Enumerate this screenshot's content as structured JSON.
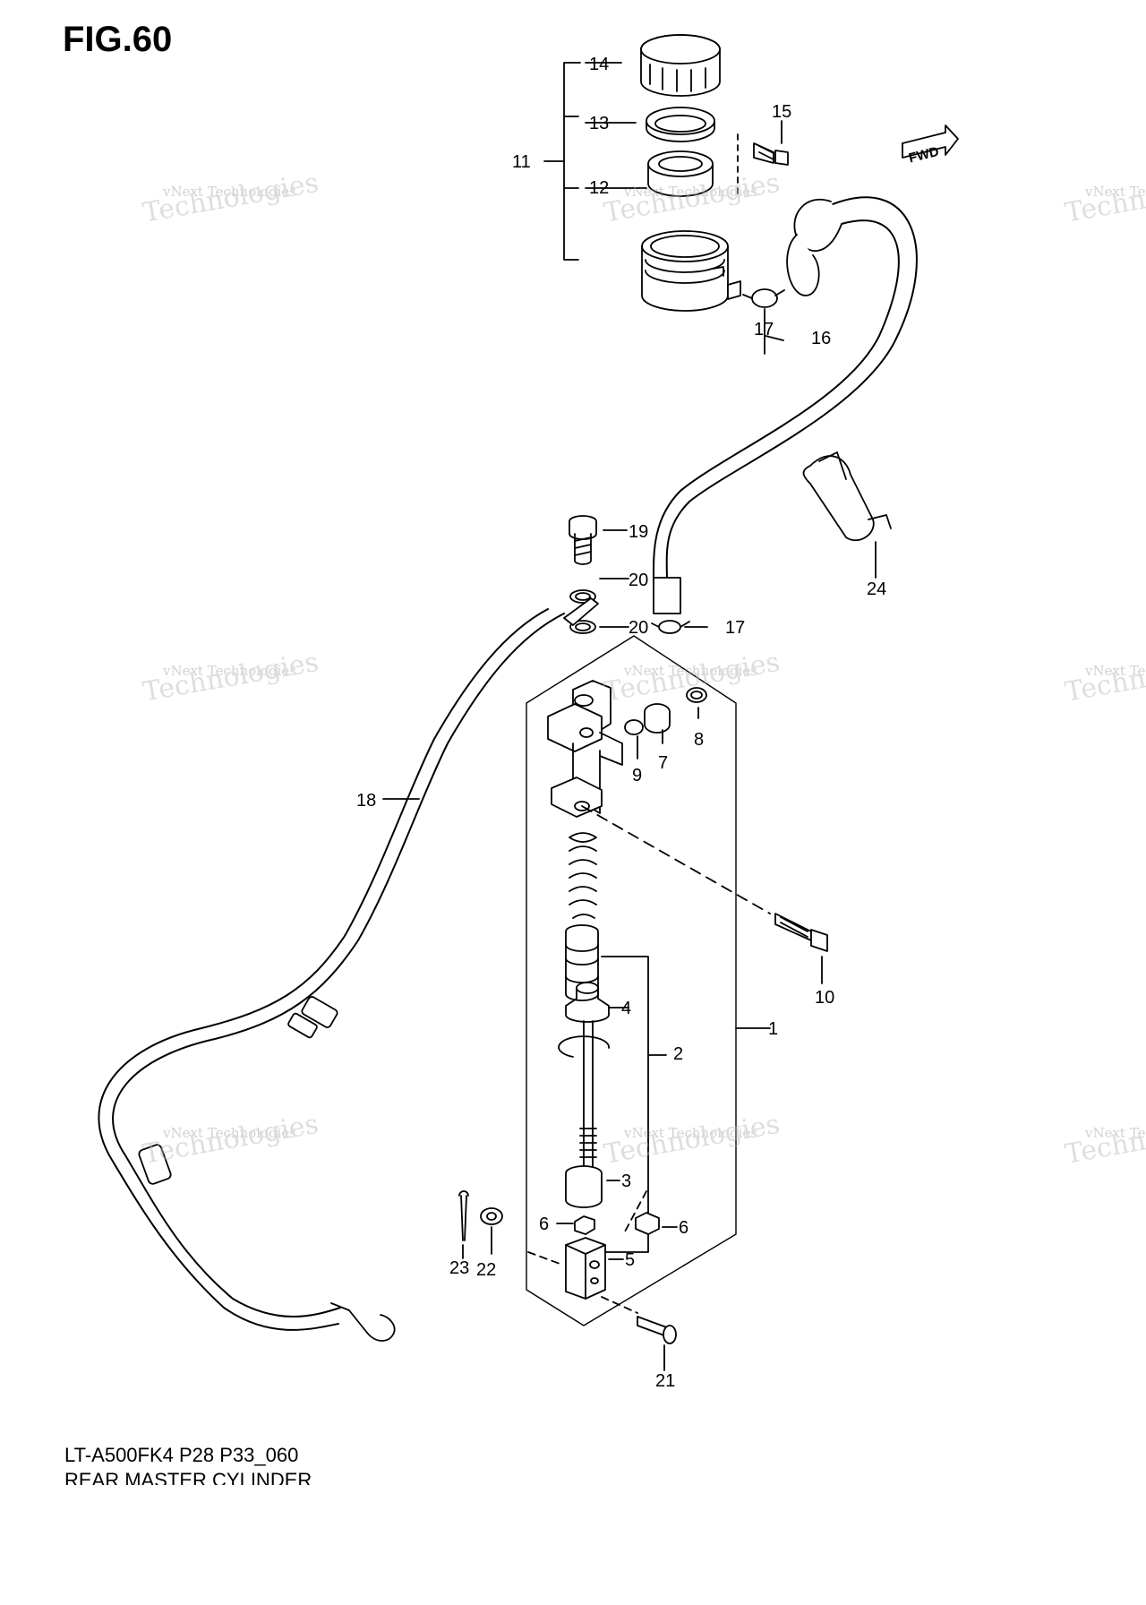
{
  "title": "FIG.60",
  "footer": {
    "model_code": "LT-A500FK4 P28 P33_060",
    "caption": "REAR MASTER CYLINDER"
  },
  "watermark": {
    "small": "vNext Technologies",
    "large": "Technologies",
    "top": "vNext"
  },
  "fwd_label": "FWD",
  "callouts": [
    "1",
    "2",
    "3",
    "4",
    "5",
    "6",
    "6",
    "7",
    "8",
    "9",
    "10",
    "11",
    "12",
    "13",
    "14",
    "15",
    "16",
    "17",
    "17",
    "18",
    "19",
    "20",
    "20",
    "21",
    "22",
    "23",
    "24"
  ]
}
